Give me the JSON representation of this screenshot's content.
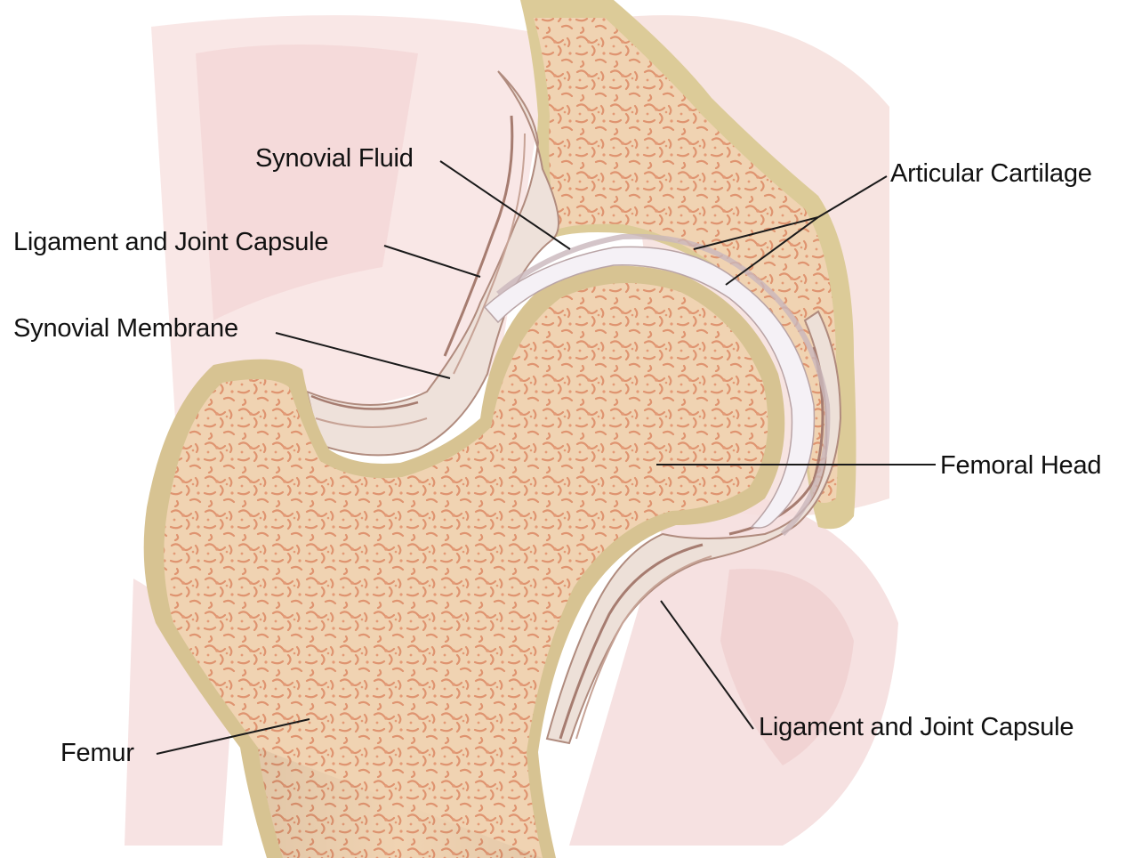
{
  "diagram": {
    "labels": {
      "synovial_fluid": "Synovial Fluid",
      "articular_cartilage": "Articular Cartilage",
      "ligament_capsule_upper": "Ligament and Joint Capsule",
      "synovial_membrane": "Synovial Membrane",
      "femoral_head": "Femoral Head",
      "ligament_capsule_lower": "Ligament and Joint Capsule",
      "femur": "Femur"
    },
    "colors": {
      "bone_edge": "#d9c89b",
      "bone_fill": "#f0d2ae",
      "trabecular": "#dd8f6a",
      "cartilage": "#f4f0f4",
      "ligament": "#eadcd4",
      "ligament_line": "#a98478",
      "muscle": "#f6dede",
      "leader": "#1a1a1a"
    }
  }
}
